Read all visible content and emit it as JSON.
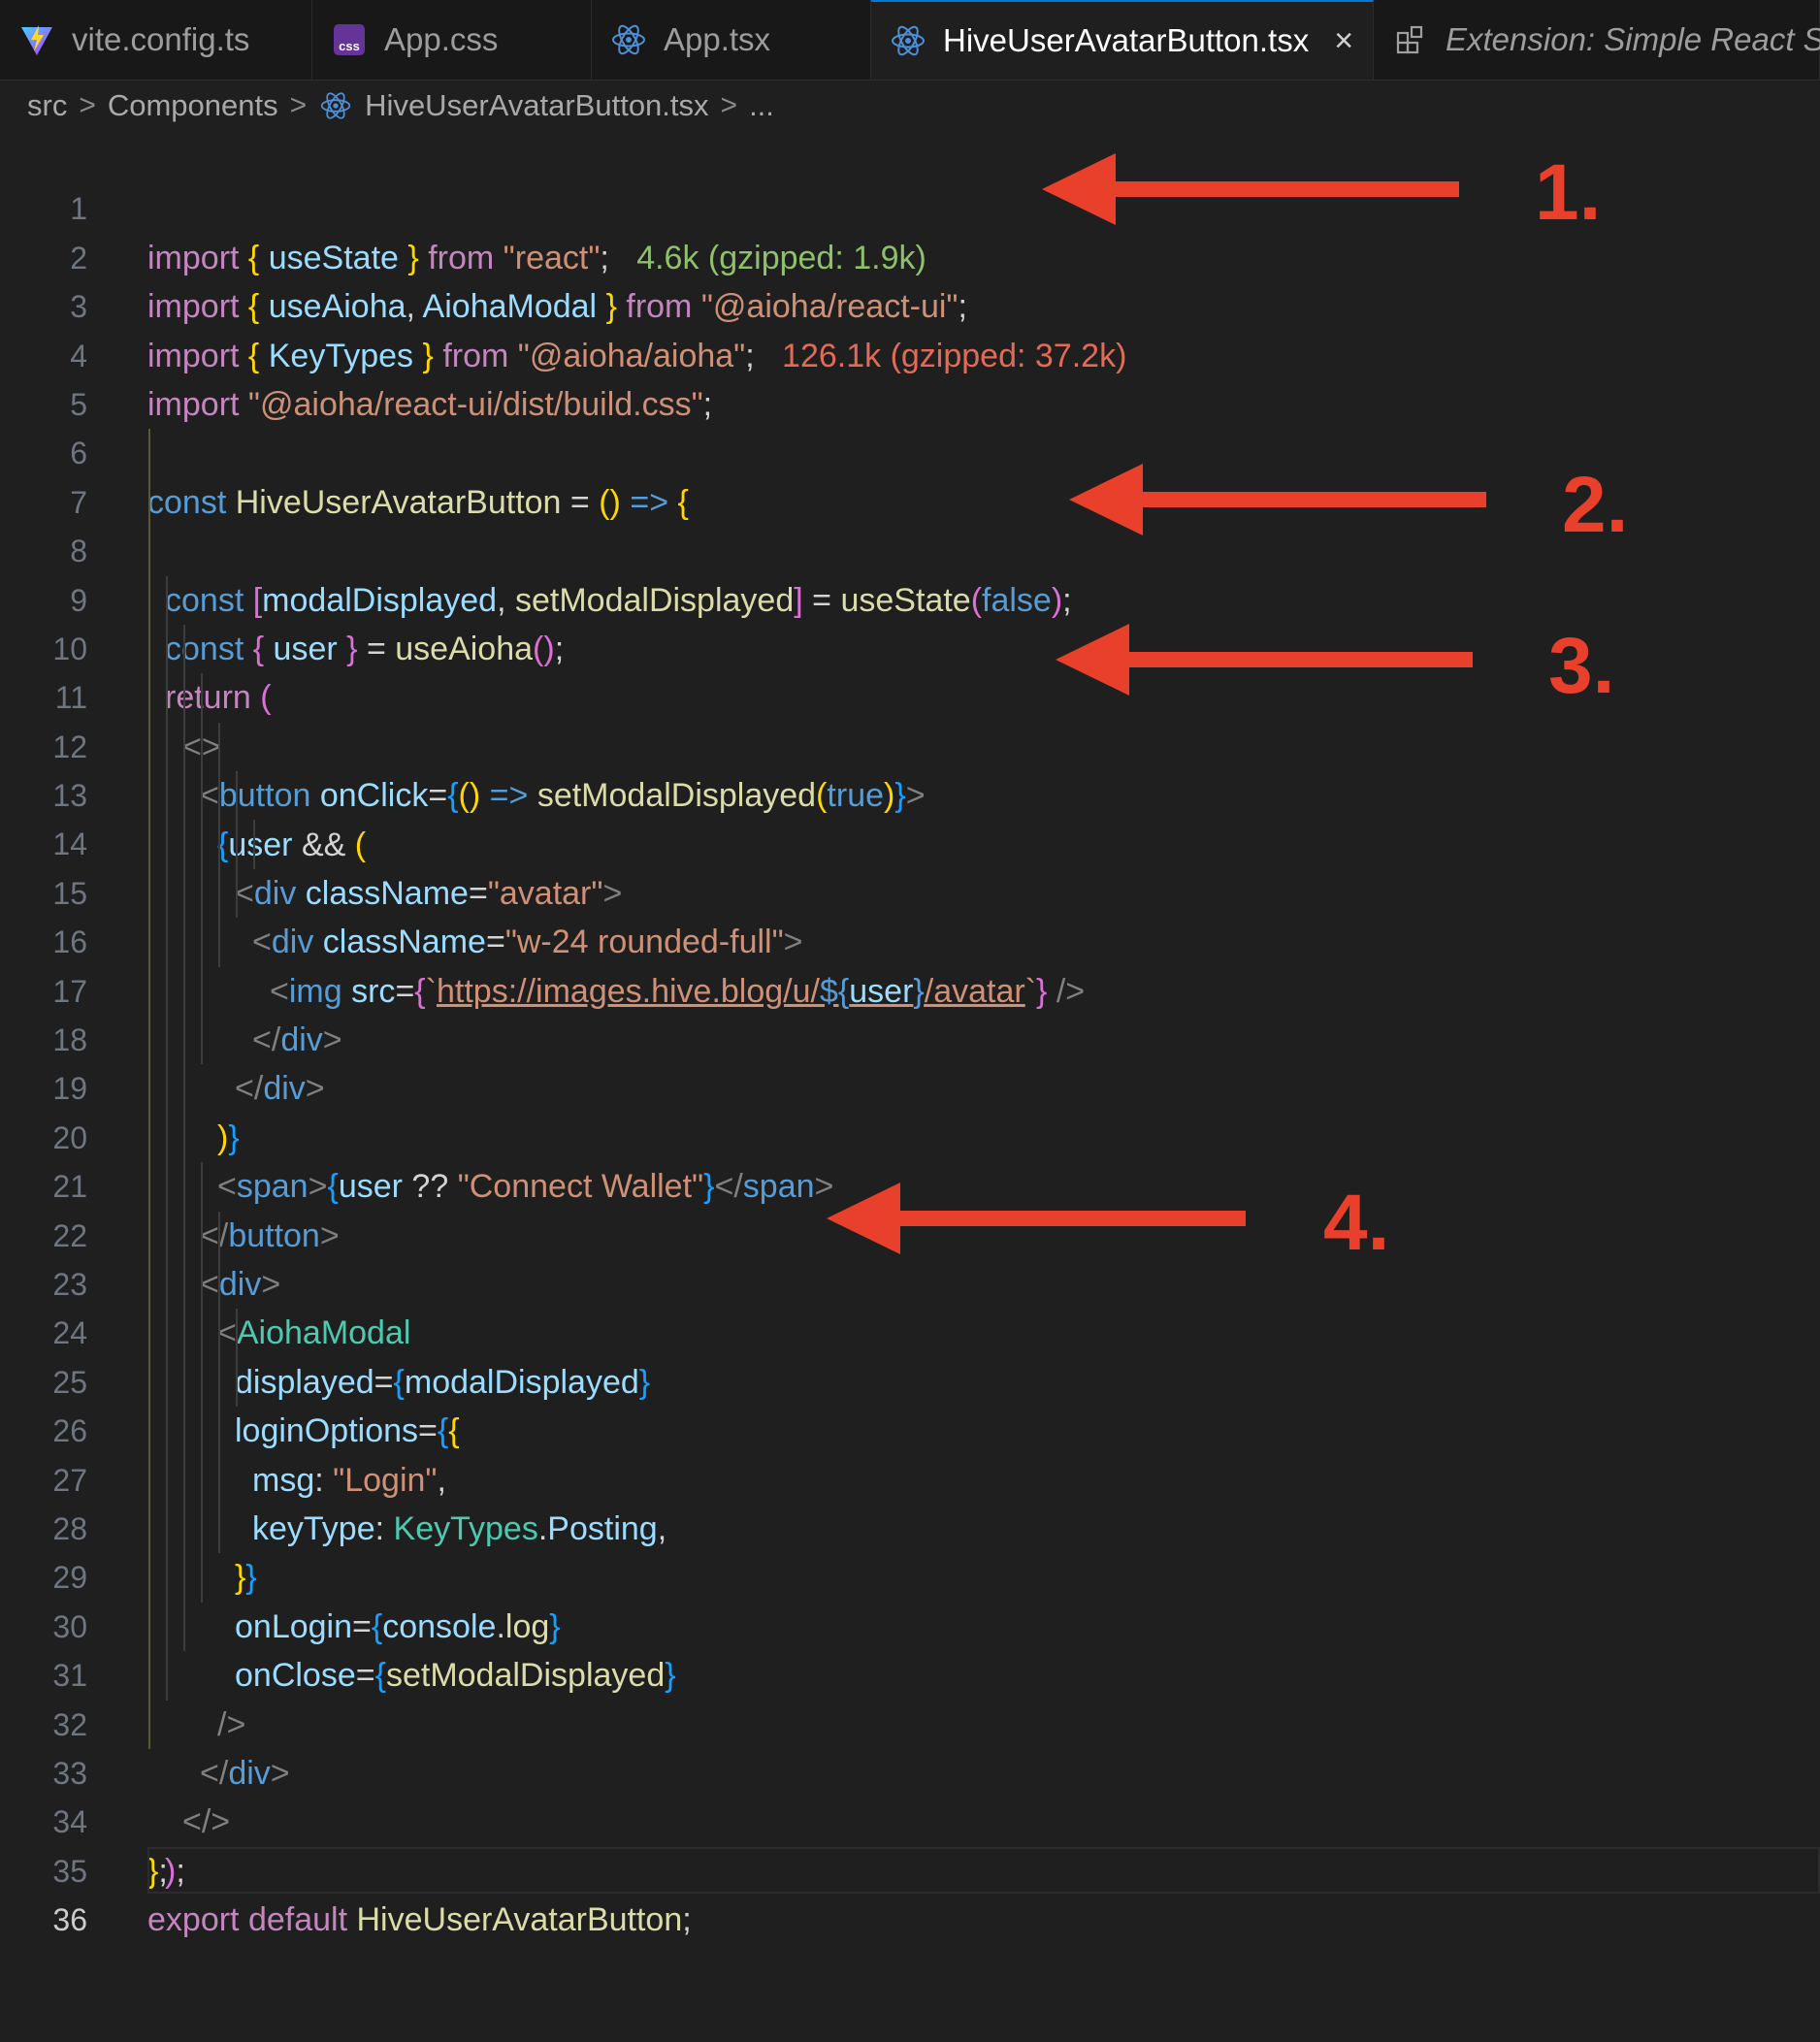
{
  "tabs": [
    {
      "label": "vite.config.ts",
      "icon": "vite-icon",
      "active": false
    },
    {
      "label": "App.css",
      "icon": "css-icon",
      "active": false
    },
    {
      "label": "App.tsx",
      "icon": "react-icon",
      "active": false
    },
    {
      "label": "HiveUserAvatarButton.tsx",
      "icon": "react-icon",
      "active": true,
      "close": "×"
    },
    {
      "label": "Extension: Simple React Sn",
      "icon": "extension-icon",
      "active": false
    }
  ],
  "breadcrumb": {
    "items": [
      "src",
      "Components",
      "HiveUserAvatarButton.tsx",
      "..."
    ],
    "separator": ">"
  },
  "import_hints": {
    "line1": "4.6k (gzipped: 1.9k)",
    "line3": "126.1k (gzipped: 37.2k)"
  },
  "code": {
    "line_numbers": [
      "1",
      "2",
      "3",
      "4",
      "5",
      "6",
      "7",
      "8",
      "9",
      "10",
      "11",
      "12",
      "13",
      "14",
      "15",
      "16",
      "17",
      "18",
      "19",
      "20",
      "21",
      "22",
      "23",
      "24",
      "25",
      "26",
      "27",
      "28",
      "29",
      "30",
      "31",
      "32",
      "33",
      "34",
      "35",
      "36"
    ],
    "current_line": "36",
    "t": {
      "import": "import",
      "from": "from",
      "const": "const",
      "return": "return",
      "export": "export",
      "default": "default",
      "useState": "useState",
      "useAioha": "useAioha",
      "AiohaModal": "AiohaModal",
      "KeyTypes": "KeyTypes",
      "react": "\"react\"",
      "reactui": "\"@aioha/react-ui\"",
      "aioha": "\"@aioha/aioha\"",
      "buildcss": "\"@aioha/react-ui/dist/build.css\"",
      "component": "HiveUserAvatarButton",
      "modalDisplayed": "modalDisplayed",
      "setModalDisplayed": "setModalDisplayed",
      "false": "false",
      "true": "true",
      "user": "user",
      "button": "button",
      "onClick": "onClick",
      "div": "div",
      "className": "className",
      "avatar": "\"avatar\"",
      "w24": "\"w-24 rounded-full\"",
      "img": "img",
      "src": "src",
      "url_a": "https://images.hive.blog/u/",
      "url_b": "/avatar",
      "span": "span",
      "connect": "\"Connect Wallet\"",
      "displayed": "displayed",
      "loginOptions": "loginOptions",
      "msg": "msg",
      "login": "\"Login\"",
      "keyType": "keyType",
      "Posting": "Posting",
      "onLogin": "onLogin",
      "console": "console",
      "log": "log",
      "onClose": "onClose"
    }
  },
  "annotations": [
    {
      "label": "1."
    },
    {
      "label": "2."
    },
    {
      "label": "3."
    },
    {
      "label": "4."
    }
  ],
  "colors": {
    "background": "#1f1f1f",
    "arrow": "#e8402a",
    "tab_active_border": "#0078d4"
  }
}
